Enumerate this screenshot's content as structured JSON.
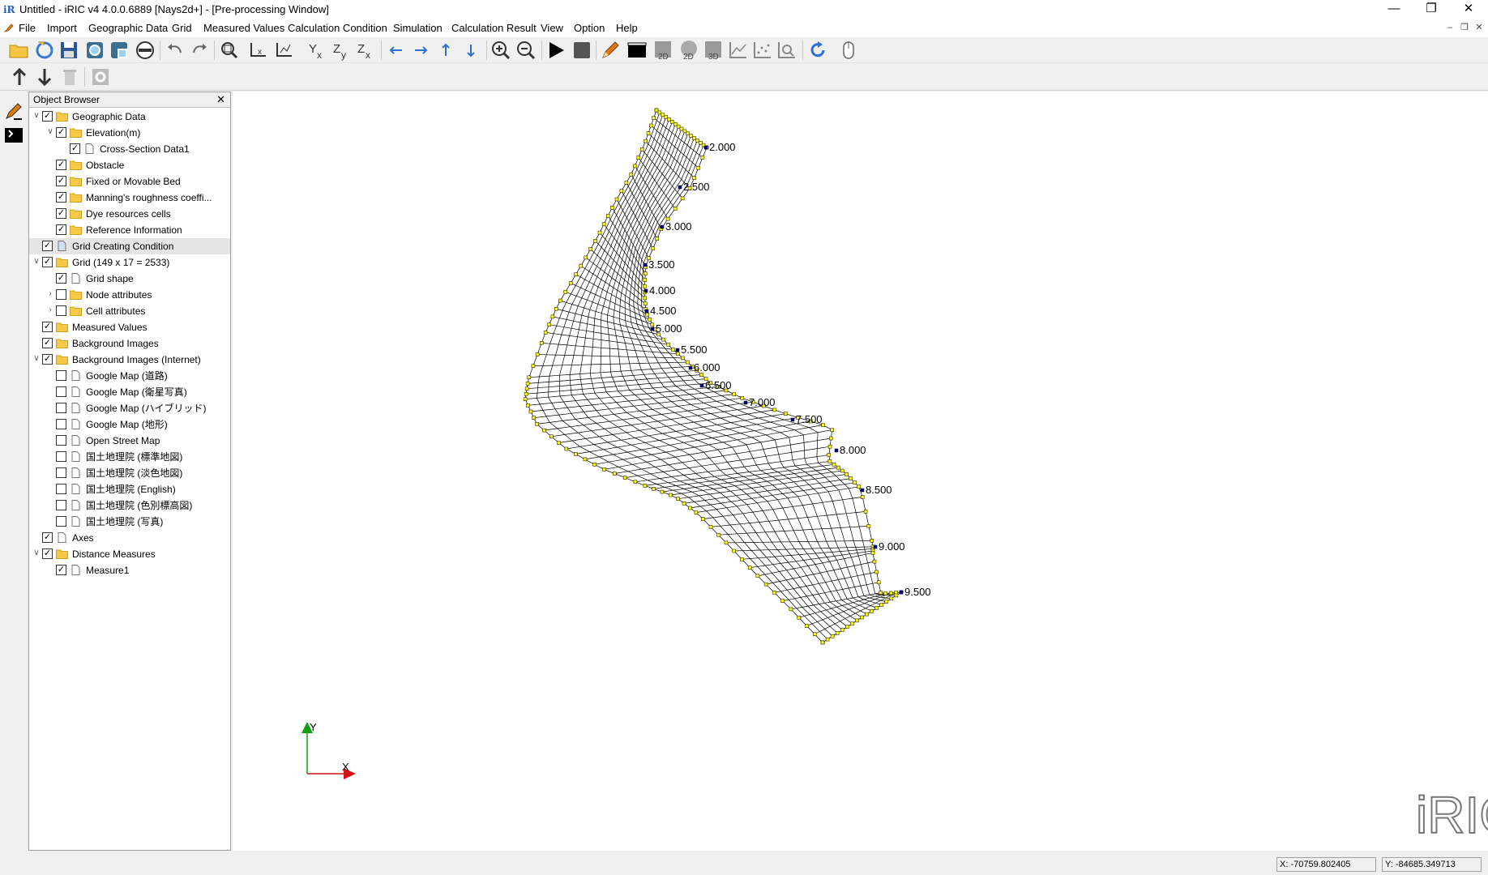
{
  "window": {
    "title": "Untitled - iRIC v4 4.0.0.6889 [Nays2d+] - [Pre-processing Window]",
    "app_icon_text": "iR",
    "minimize_icon": "minimize-icon",
    "maximize_icon": "restore-icon",
    "close_icon": "close-icon"
  },
  "menu": {
    "items": [
      "File",
      "Import",
      "Geographic Data",
      "Grid",
      "Measured Values",
      "Calculation Condition",
      "Simulation",
      "Calculation Result",
      "View",
      "Option",
      "Help"
    ]
  },
  "toolbar": {
    "icons": [
      "open-folder-icon",
      "reload-icon",
      "save-icon",
      "camera-icon",
      "snapshot-icon",
      "no-entry-icon",
      "undo-icon",
      "redo-icon",
      "zoom-fit-icon",
      "x-axis-icon",
      "xy-axis-icon",
      "rotate-yx-icon",
      "rotate-zy-icon",
      "rotate-zx-icon",
      "left-arrow-icon",
      "right-arrow-icon",
      "up-arrow-icon",
      "down-arrow-icon",
      "zoom-in-icon",
      "zoom-out-icon",
      "run-icon",
      "stop-icon",
      "pencil-icon",
      "console-icon",
      "2d-view-icon",
      "2d-shaded-icon",
      "3d-view-icon",
      "graph-icon",
      "scatter-icon",
      "magnifier-icon",
      "refresh-icon",
      "mouse-icon"
    ],
    "row2_icons": [
      "move-up-icon",
      "move-down-icon",
      "delete-icon",
      "settings-icon"
    ]
  },
  "object_browser": {
    "title": "Object Browser",
    "close": "✕",
    "items": [
      {
        "label": "Geographic Data",
        "level": 0,
        "expander": "∨",
        "checked": true,
        "icon": "folder"
      },
      {
        "label": "Elevation(m)",
        "level": 1,
        "expander": "∨",
        "checked": true,
        "icon": "folder"
      },
      {
        "label": "Cross-Section Data1",
        "level": 2,
        "expander": "",
        "checked": true,
        "icon": "page"
      },
      {
        "label": "Obstacle",
        "level": 1,
        "expander": "",
        "checked": true,
        "icon": "folder"
      },
      {
        "label": "Fixed or Movable Bed",
        "level": 1,
        "expander": "",
        "checked": true,
        "icon": "folder"
      },
      {
        "label": "Manning's roughness coeffi...",
        "level": 1,
        "expander": "",
        "checked": true,
        "icon": "folder"
      },
      {
        "label": "Dye resources cells",
        "level": 1,
        "expander": "",
        "checked": true,
        "icon": "folder"
      },
      {
        "label": "Reference Information",
        "level": 1,
        "expander": "",
        "checked": true,
        "icon": "folder"
      },
      {
        "label": "Grid Creating Condition",
        "level": 0,
        "expander": "",
        "checked": true,
        "icon": "page-blue",
        "selected": true
      },
      {
        "label": "Grid (149 x 17 = 2533)",
        "level": 0,
        "expander": "∨",
        "checked": true,
        "icon": "folder"
      },
      {
        "label": "Grid shape",
        "level": 1,
        "expander": "",
        "checked": true,
        "icon": "page"
      },
      {
        "label": "Node attributes",
        "level": 1,
        "expander": "›",
        "checked": false,
        "icon": "folder"
      },
      {
        "label": "Cell attributes",
        "level": 1,
        "expander": "›",
        "checked": false,
        "icon": "folder"
      },
      {
        "label": "Measured Values",
        "level": 0,
        "expander": "",
        "checked": true,
        "icon": "folder"
      },
      {
        "label": "Background Images",
        "level": 0,
        "expander": "",
        "checked": true,
        "icon": "folder"
      },
      {
        "label": "Background Images (Internet)",
        "level": 0,
        "expander": "∨",
        "checked": true,
        "icon": "folder"
      },
      {
        "label": "Google Map (道路)",
        "level": 1,
        "expander": "",
        "checked": false,
        "icon": "page"
      },
      {
        "label": "Google Map (衛星写真)",
        "level": 1,
        "expander": "",
        "checked": false,
        "icon": "page"
      },
      {
        "label": "Google Map (ハイブリッド)",
        "level": 1,
        "expander": "",
        "checked": false,
        "icon": "page"
      },
      {
        "label": "Google Map (地形)",
        "level": 1,
        "expander": "",
        "checked": false,
        "icon": "page"
      },
      {
        "label": "Open Street Map",
        "level": 1,
        "expander": "",
        "checked": false,
        "icon": "page"
      },
      {
        "label": "国土地理院 (標準地図)",
        "level": 1,
        "expander": "",
        "checked": false,
        "icon": "page"
      },
      {
        "label": "国土地理院 (淡色地図)",
        "level": 1,
        "expander": "",
        "checked": false,
        "icon": "page"
      },
      {
        "label": "国土地理院 (English)",
        "level": 1,
        "expander": "",
        "checked": false,
        "icon": "page"
      },
      {
        "label": "国土地理院 (色別標高図)",
        "level": 1,
        "expander": "",
        "checked": false,
        "icon": "page"
      },
      {
        "label": "国土地理院 (写真)",
        "level": 1,
        "expander": "",
        "checked": false,
        "icon": "page"
      },
      {
        "label": "Axes",
        "level": 0,
        "expander": "",
        "checked": true,
        "icon": "page"
      },
      {
        "label": "Distance Measures",
        "level": 0,
        "expander": "∨",
        "checked": true,
        "icon": "folder"
      },
      {
        "label": "Measure1",
        "level": 1,
        "expander": "",
        "checked": true,
        "icon": "page"
      }
    ]
  },
  "canvas": {
    "cross_section_labels": [
      "2.000",
      "2.500",
      "3.000",
      "3.500",
      "4.000",
      "4.500",
      "5.000",
      "5.500",
      "6.000",
      "6.500",
      "7.000",
      "7.500",
      "8.000",
      "8.500",
      "9.000",
      "9.500"
    ],
    "axis_y_label": "Y",
    "axis_x_label": "X",
    "logo_text": "iRIC",
    "grid_color": "#000000",
    "node_color": "#ffff00",
    "marker_color": "#00008b"
  },
  "status": {
    "x": "X: -70759.802405",
    "y": "Y: -84685.349713"
  }
}
